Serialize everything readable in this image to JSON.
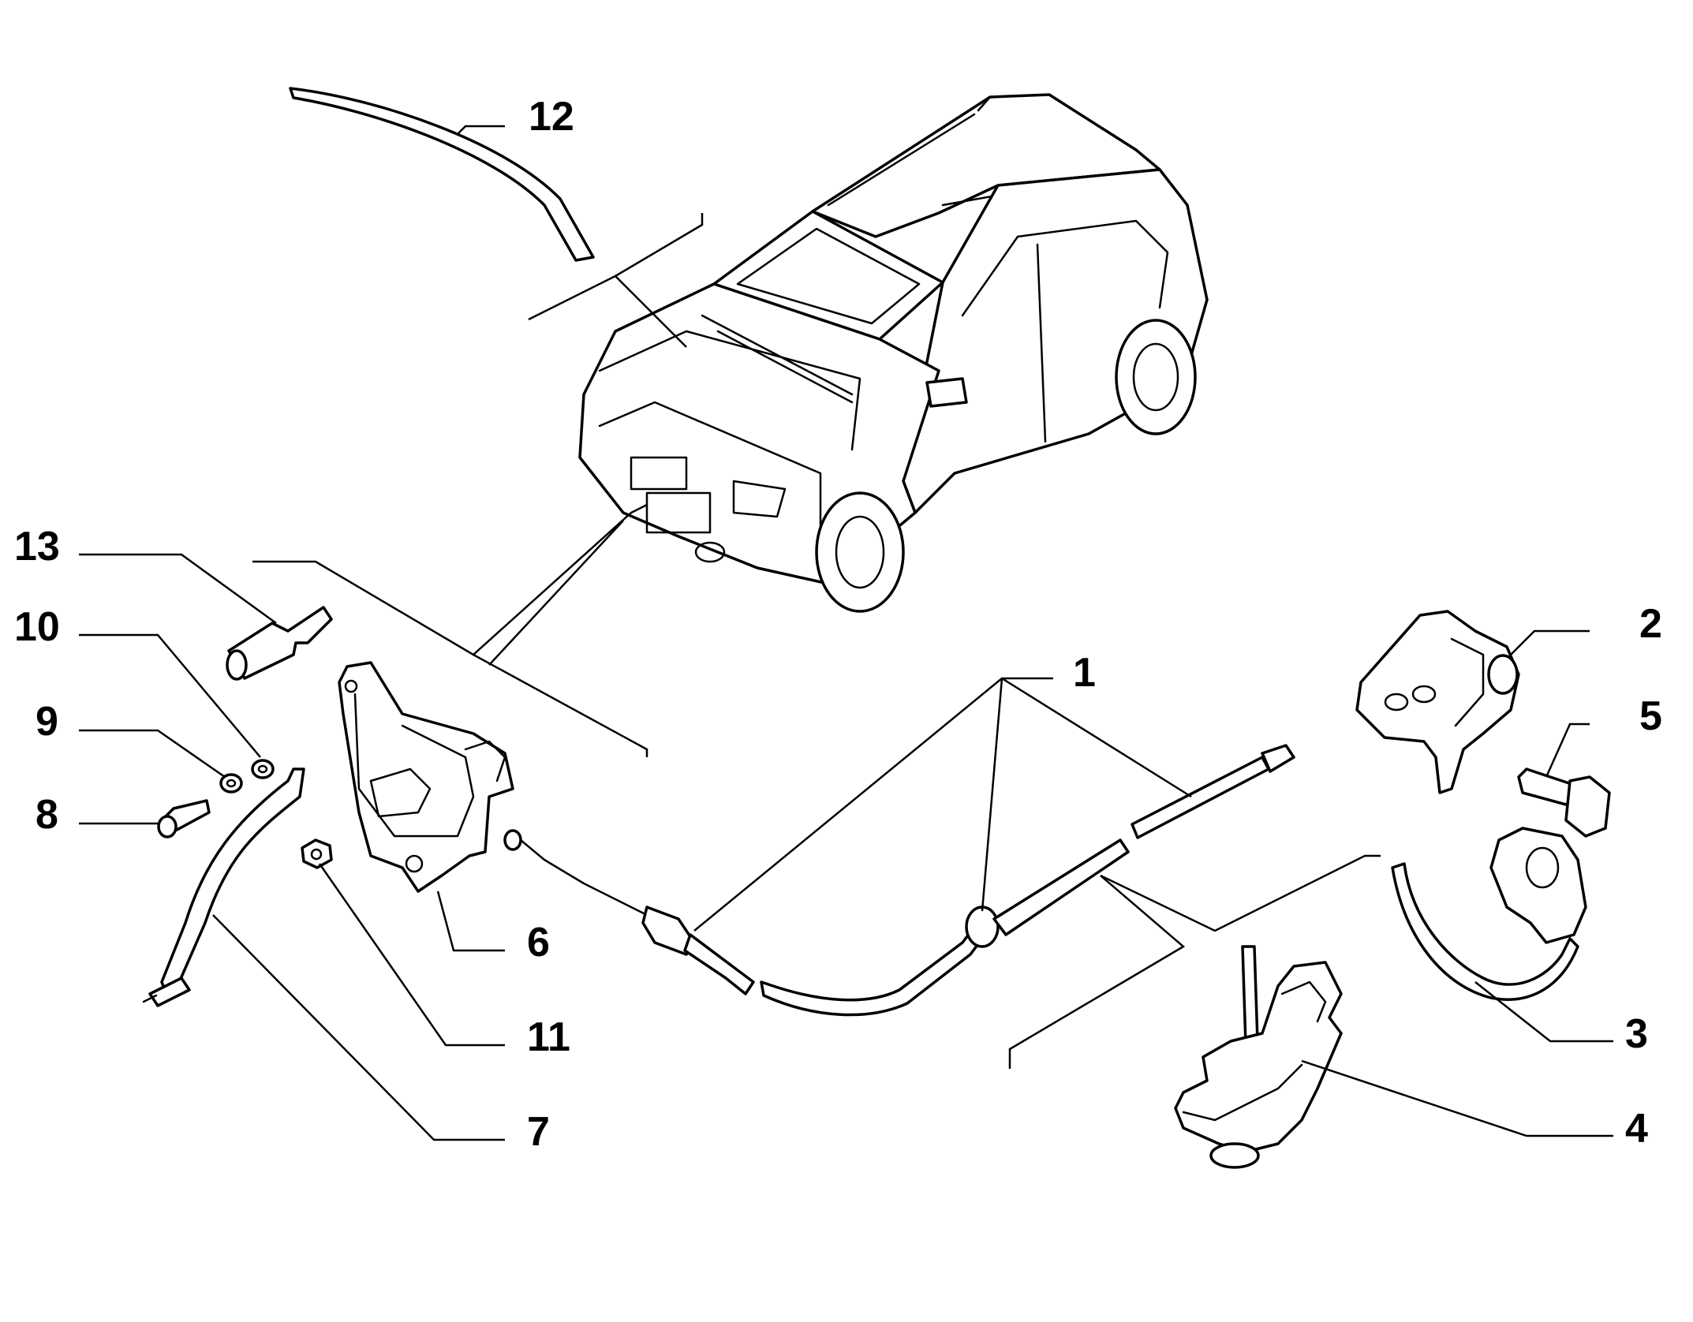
{
  "callouts": [
    {
      "id": "1",
      "label": "1",
      "part": "bonnet-release-cable"
    },
    {
      "id": "2",
      "label": "2",
      "part": "bonnet-hinge"
    },
    {
      "id": "3",
      "label": "3",
      "part": "hinge-strap-clip"
    },
    {
      "id": "4",
      "label": "4",
      "part": "cable-support-bracket"
    },
    {
      "id": "5",
      "label": "5",
      "part": "hinge-bolt"
    },
    {
      "id": "6",
      "label": "6",
      "part": "bonnet-lock"
    },
    {
      "id": "7",
      "label": "7",
      "part": "bonnet-prop-rod"
    },
    {
      "id": "8",
      "label": "8",
      "part": "bolt"
    },
    {
      "id": "9",
      "label": "9",
      "part": "washer"
    },
    {
      "id": "10",
      "label": "10",
      "part": "washer"
    },
    {
      "id": "11",
      "label": "11",
      "part": "nut"
    },
    {
      "id": "12",
      "label": "12",
      "part": "bonnet-seal"
    },
    {
      "id": "13",
      "label": "13",
      "part": "bump-stop"
    }
  ]
}
